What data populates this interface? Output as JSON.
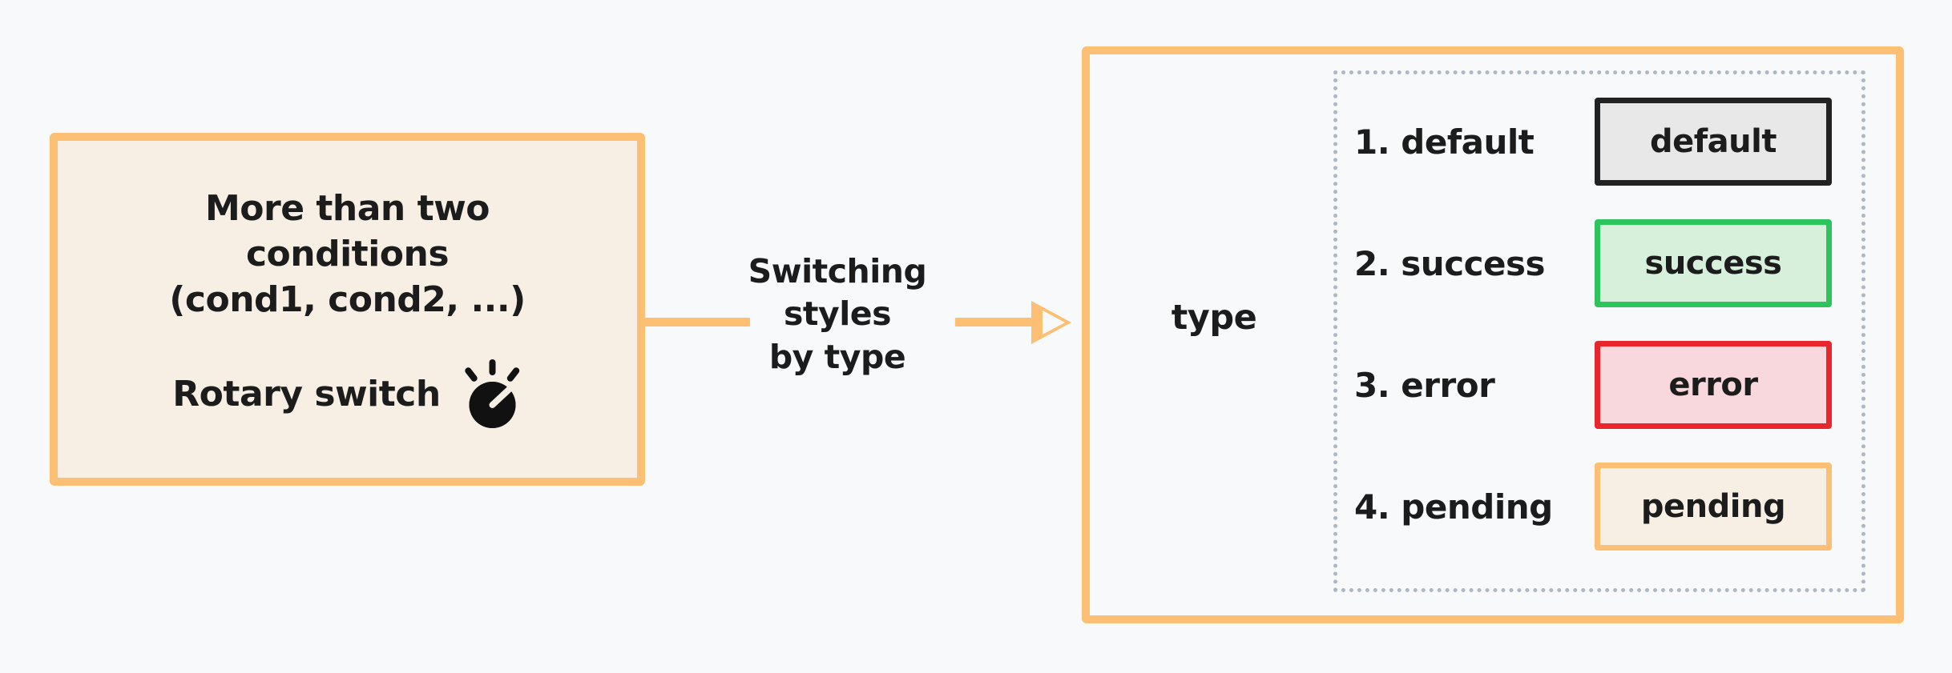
{
  "canvas": {
    "background_color": "#f7f9fb",
    "accent_color": "#fcbf73",
    "text_color": "#1c1c1c"
  },
  "left_box": {
    "title": "More than two\nconditions\n(cond1, cond2, ...)",
    "subtitle": "Rotary switch",
    "icon": "rotary-switch-icon",
    "fill_color": "#f8efe4",
    "border_color": "#fcbf73"
  },
  "connector": {
    "label": "Switching\nstyles\nby type",
    "arrow": "hollow-arrow-right-icon",
    "color": "#fcbf73"
  },
  "right_panel": {
    "border_color": "#fcbf73",
    "group_label": "type",
    "inner_box_border": "#aeb8c2",
    "rows": [
      {
        "label": "1. default",
        "badge": "default",
        "badge_bg": "#e8e8e8",
        "badge_border": "#222222"
      },
      {
        "label": "2. success",
        "badge": "success",
        "badge_bg": "#d6f0dc",
        "badge_border": "#2ec45c"
      },
      {
        "label": "3. error",
        "badge": "error",
        "badge_bg": "#f8d8dc",
        "badge_border": "#e8262c"
      },
      {
        "label": "4. pending",
        "badge": "pending",
        "badge_bg": "#f8efe4",
        "badge_border": "#fcbf73"
      }
    ]
  }
}
